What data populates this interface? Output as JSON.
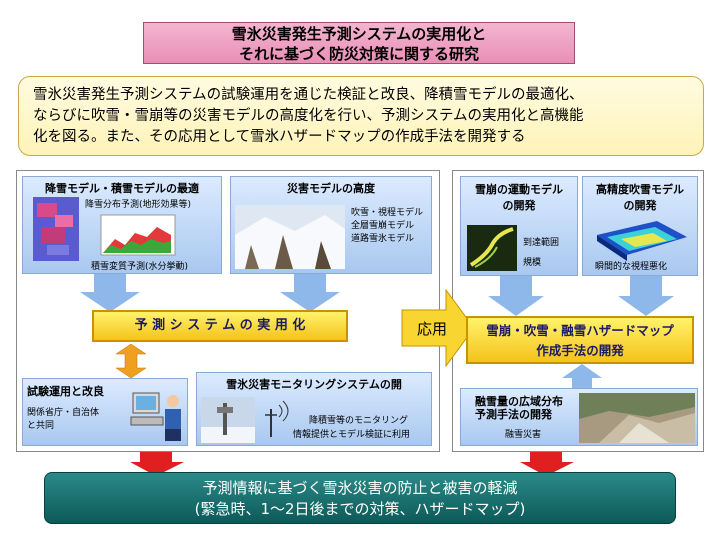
{
  "title": {
    "line1": "雪氷災害発生予測システムの実用化と",
    "line2": "それに基づく防災対策に関する研究"
  },
  "summary": {
    "line1": "雪氷災害発生予測システムの試験運用を通じた検証と改良、降積雪モデルの最適化、",
    "line2": "ならびに吹雪・雪崩等の災害モデルの高度化を行い、予測システムの実用化と高機能",
    "line3": "化を図る。また、その応用として雪氷ハザードマップの作成手法を開発する"
  },
  "snow_model": {
    "title": "降雪モデル・積雪モデルの最適",
    "note1": "降雪分布予測(地形効果等)",
    "note2": "積雪変質予測(水分挙動)"
  },
  "disaster_model": {
    "title": "災害モデルの高度",
    "items": [
      "吹雪・視程モデル",
      "全層雪崩モデル",
      "道路雪氷モデル"
    ]
  },
  "prediction_system": {
    "label": "予 測 シ ス テ ム の 実 用 化"
  },
  "trial": {
    "title": "試験運用と改良",
    "line1": "関係省庁・自治体",
    "line2": "と共同"
  },
  "monitoring": {
    "title": "雪氷災害モニタリングシステムの開",
    "item1": "降積雪等のモニタリング",
    "item2": "情報提供とモデル検証に利用"
  },
  "application": {
    "label": "応用"
  },
  "avalanche_model": {
    "title_line1": "雪崩の運動モデル",
    "title_line2": "の開発",
    "item1": "到達範囲",
    "item2": "規模"
  },
  "blizzard_model": {
    "title_line1": "高精度吹雪モデル",
    "title_line2": "の開発",
    "item1": "瞬間的な視程悪化"
  },
  "hazard_map": {
    "line1": "雪崩・吹雪・融雪ハザードマップ",
    "line2": "作成手法の開発"
  },
  "snowmelt": {
    "title_line1": "融雪量の広域分布",
    "title_line2": "予測手法の開発",
    "item1": "融雪災害"
  },
  "outcome": {
    "line1": "予測情報に基づく雪氷災害の防止と被害の軽減",
    "line2": "(緊急時、1～2日後までの対策、ハザードマップ)"
  },
  "colors": {
    "title_bg": "#f0a8c8",
    "summary_bg": "#fff6c8",
    "box_blue": "#b8d3f2",
    "arrow_blue": "#8fb8ea",
    "yellow": "#f8d530",
    "red_arrow": "#e02020",
    "bottom_bg": "#1a6f6e"
  }
}
